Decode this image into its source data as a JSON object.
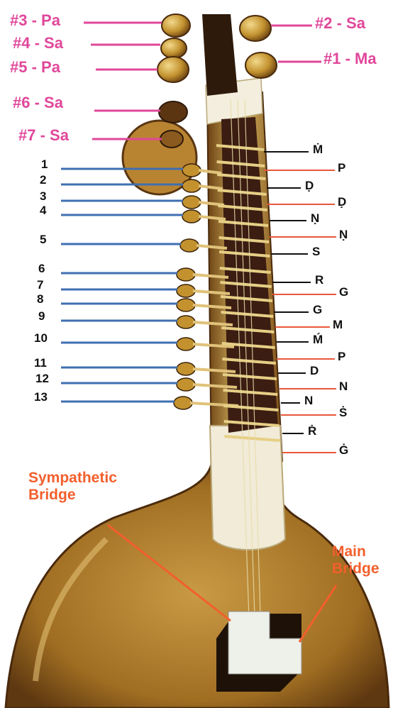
{
  "colors": {
    "peg_text": "#e0479a",
    "blue_line": "#3f6fb0",
    "red_line": "#e8573a",
    "black_line": "#111111",
    "bridge_text": "#f25f2c",
    "wood_dark": "#5a3612",
    "wood_mid": "#a87a32",
    "wood_light": "#d9b865",
    "bone": "#f3eedd",
    "fretboard": "#3b1d12"
  },
  "peg_labels": {
    "p3": "#3 - Pa",
    "p4": "#4 - Sa",
    "p5": "#5 - Pa",
    "p6": "#6 - Sa",
    "p7": "#7 - Sa",
    "p2": "#2 - Sa",
    "p1": "#1 - Ma"
  },
  "sympathetic_pegs": [
    "1",
    "2",
    "3",
    "4",
    "5",
    "6",
    "7",
    "8",
    "9",
    "10",
    "11",
    "12",
    "13"
  ],
  "fret_notes": {
    "black": [
      "Ṁ",
      "Ḍ",
      "Ṇ",
      "S",
      "R",
      "G",
      "Ḿ",
      "D",
      "N",
      "Ṙ"
    ],
    "red": [
      "P",
      "Ḍ",
      "Ṇ",
      "G",
      "M",
      "P",
      "N",
      "Ṡ",
      "Ġ"
    ]
  },
  "bridges": {
    "sympathetic": [
      "Sympathetic",
      "Bridge"
    ],
    "main": [
      "Main",
      "Bridge"
    ]
  }
}
